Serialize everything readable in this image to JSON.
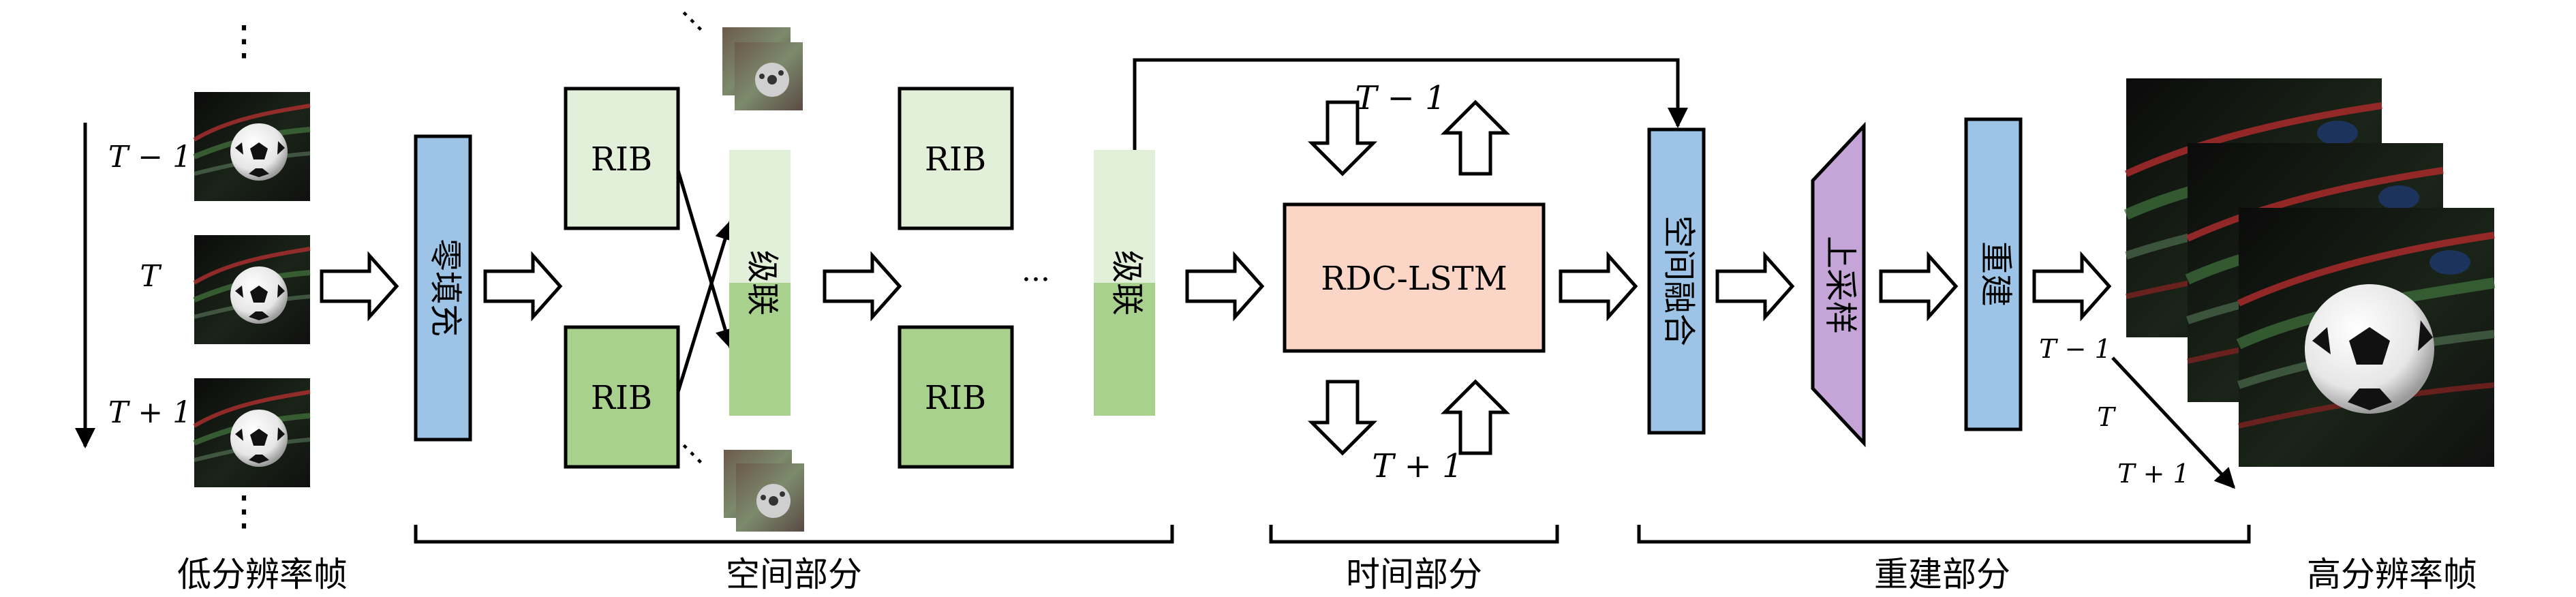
{
  "labels": {
    "dots": "⋮",
    "hdots": "···",
    "input_t_minus_1": "T − 1",
    "input_t": "T",
    "input_t_plus_1": "T + 1",
    "zero_pad": "零填充",
    "rib": "RIB",
    "concat": "级联",
    "rdc_lstm": "RDC-LSTM",
    "temporal_t_minus_1": "T − 1",
    "temporal_t_plus_1": "T + 1",
    "spatial_fusion": "空间融合",
    "upsample": "上采样",
    "reconstruct": "重建",
    "output_t_minus_1": "T − 1",
    "output_t": "T",
    "output_t_plus_1": "T + 1"
  },
  "sections": {
    "low_res_frames": "低分辨率帧",
    "spatial_part": "空间部分",
    "temporal_part": "时间部分",
    "reconstruction_part": "重建部分",
    "high_res_frames": "高分辨率帧"
  },
  "colors": {
    "blue_block": "#9dc3e6",
    "light_green": "#e2f0d9",
    "green": "#a9d18e",
    "lstm_fill": "#fbd5c5",
    "upsample_fill": "#c5a5d8",
    "stroke": "#000000"
  }
}
